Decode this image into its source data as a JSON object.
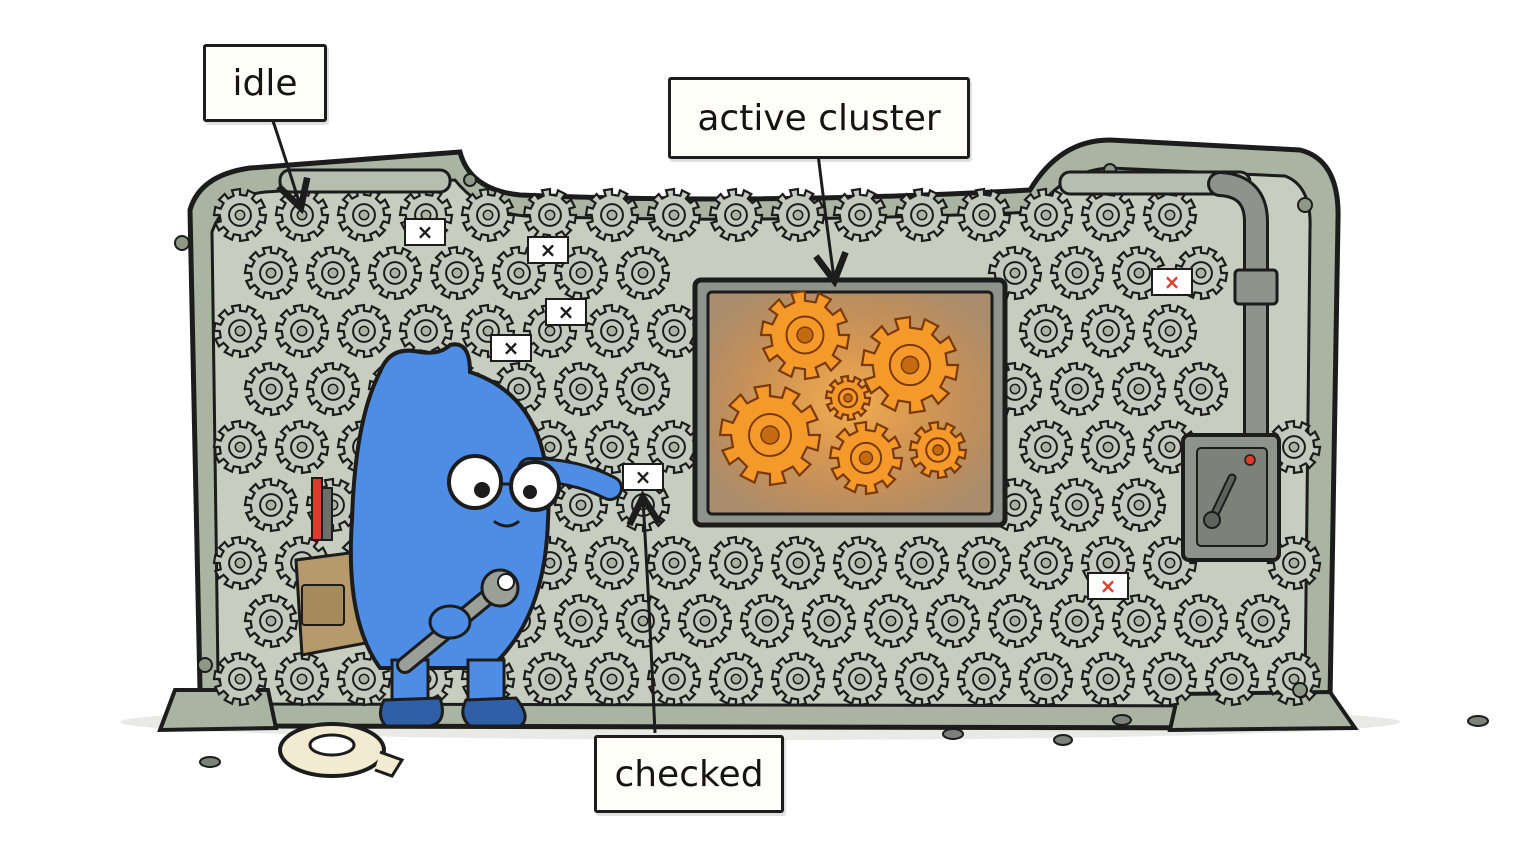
{
  "labels": {
    "idle": "idle",
    "active_cluster": "active cluster",
    "checked": "checked"
  },
  "tag_mark": "×",
  "colors": {
    "frame": "#a9b4a2",
    "frame_dark": "#8d9887",
    "panel": "#c7cec0",
    "idle_gear": "#c3c9bd",
    "active_gear": "#f59a2a",
    "glow": "#ff8a1e",
    "mascot": "#4d8de6",
    "outline": "#1c1c1c",
    "red_mark": "#e03a2a",
    "pouch": "#b79a6b"
  },
  "icons": {
    "idle_gear": "gear-icon",
    "active_gear": "gear-icon",
    "checked_tag": "x-tag-icon",
    "lever": "lever-switch-icon",
    "wrench": "wrench-icon",
    "tape": "tape-roll-icon"
  }
}
